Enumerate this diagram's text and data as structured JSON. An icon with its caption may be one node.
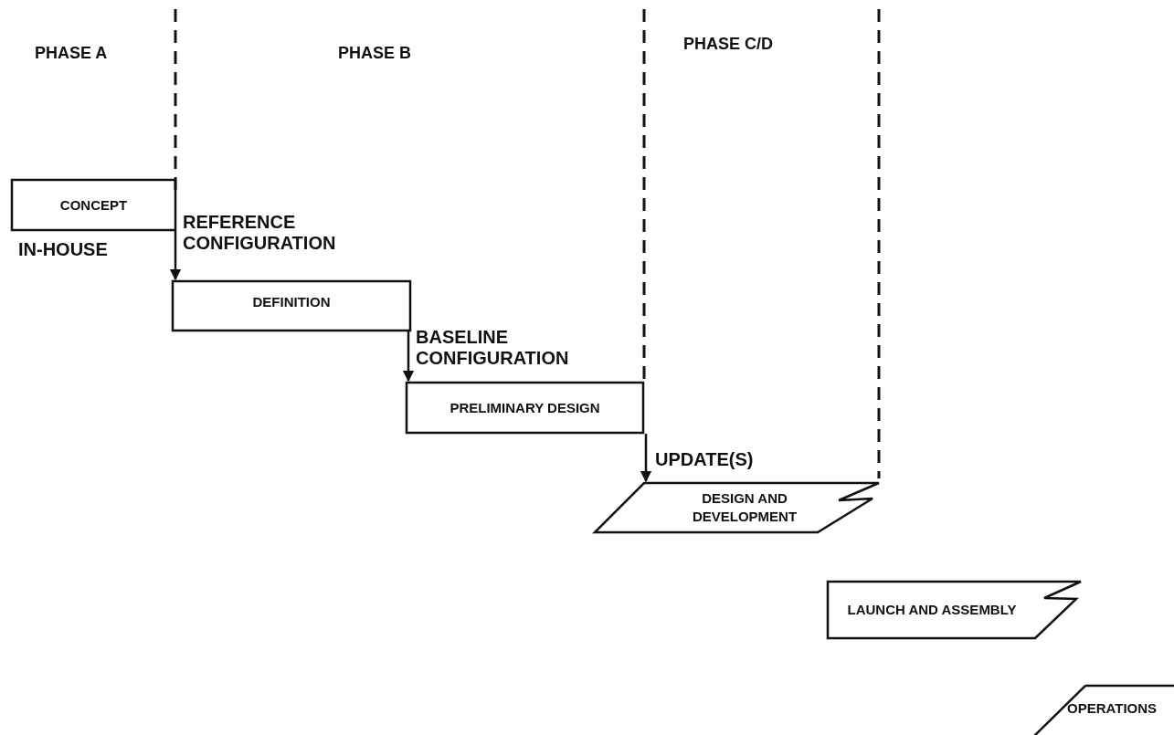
{
  "diagram": {
    "nodes": [
      {
        "text": [
          "CONCEPT"
        ],
        "beside": [
          "IN-HOUSE"
        ]
      },
      {
        "text": [
          "DEFINITION"
        ]
      },
      {
        "text": [
          "PRELIMINARY DESIGN"
        ]
      },
      {
        "text": [
          "DESIGN AND DEVELOPMENT"
        ]
      },
      {
        "text": [
          "LAUNCH AND ASSEMBLY"
        ]
      },
      {
        "text": [
          "OPERATIONS"
        ]
      }
    ],
    "edges": [
      {
        "from": 0,
        "to": 1,
        "arrow": "to",
        "label": "REFERENCE CONFIGURATION"
      },
      {
        "from": 1,
        "to": 2,
        "arrow": "to",
        "label": "BASELINE CONFIGURATION"
      },
      {
        "from": 2,
        "to": 3,
        "arrow": "to",
        "label": "UPDATE(S)"
      }
    ],
    "labels": [
      "PHASE A",
      "PHASE B",
      "PHASE C/D"
    ]
  }
}
